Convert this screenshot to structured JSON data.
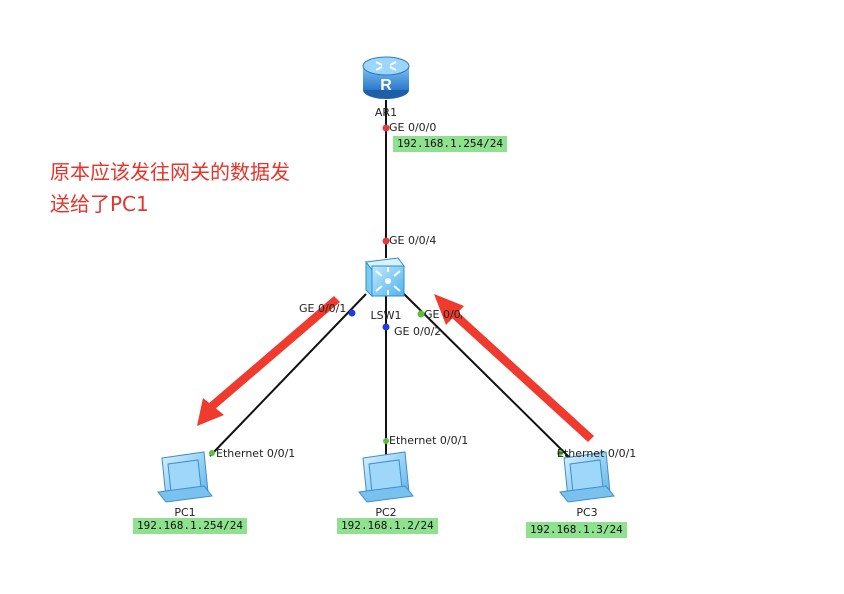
{
  "colors": {
    "ip_background": "#8fe08f",
    "annotation_text": "#e8332a",
    "arrow": "#f03a2e",
    "link": "#111111",
    "port_red": "#e23b3b",
    "port_blue": "#1f3ce0",
    "port_green": "#5fbf3a"
  },
  "devices": {
    "router": {
      "name": "AR1",
      "icon": "router-icon",
      "ip": "192.168.1.254/24"
    },
    "switch": {
      "name": "LSW1",
      "icon": "switch-icon"
    },
    "pc1": {
      "name": "PC1",
      "icon": "pc-icon",
      "ip": "192.168.1.254/24"
    },
    "pc2": {
      "name": "PC2",
      "icon": "pc-icon",
      "ip": "192.168.1.2/24"
    },
    "pc3": {
      "name": "PC3",
      "icon": "pc-icon",
      "ip": "192.168.1.3/24"
    }
  },
  "ports": {
    "ar1_ge000": "GE 0/0/0",
    "lsw1_ge004": "GE 0/0/4",
    "lsw1_ge001": "GE 0/0/1",
    "lsw1_ge002": "GE 0/0/2",
    "lsw1_ge003": "GE 0/0/3",
    "pc1_eth": "Ethernet 0/0/1",
    "pc2_eth": "Ethernet 0/0/1",
    "pc3_eth": "Ethernet 0/0/1"
  },
  "annotation": {
    "line1": "原本应该发往网关的数据发",
    "line2": "送给了PC1"
  }
}
